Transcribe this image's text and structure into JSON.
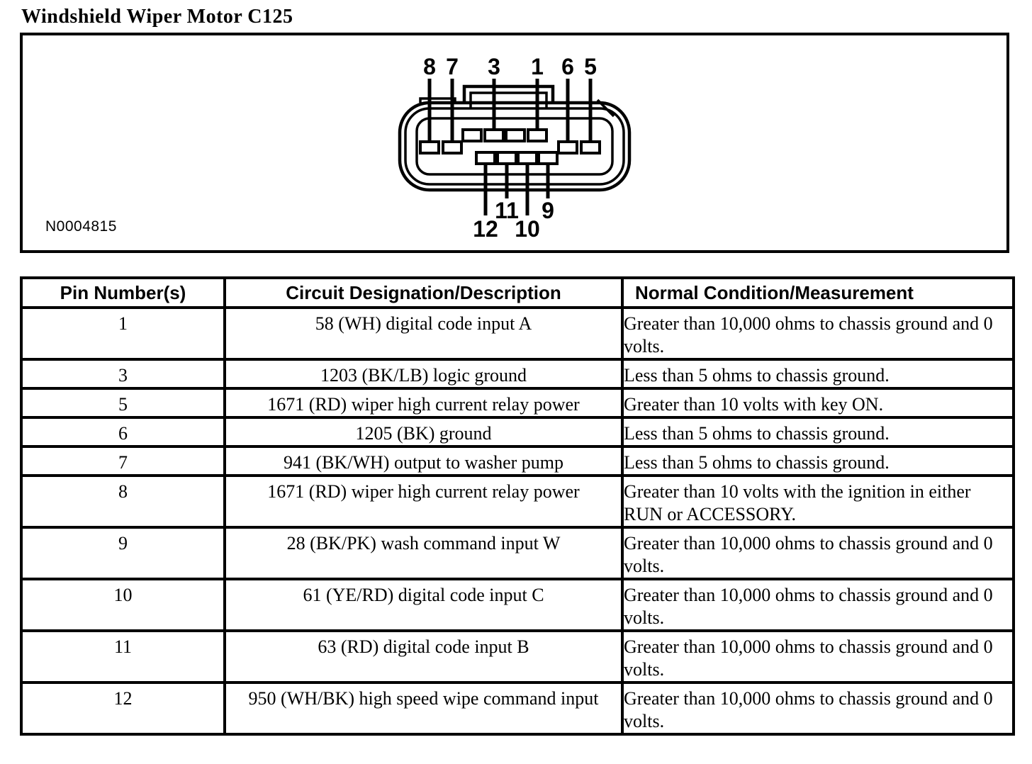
{
  "page": {
    "title": "Windshield Wiper Motor C125"
  },
  "diagram": {
    "figure_id": "N0004815",
    "top_pin_labels": [
      "8",
      "7",
      "3",
      "1",
      "6",
      "5"
    ],
    "bottom_pin_labels": [
      "12",
      "11",
      "10",
      "9"
    ]
  },
  "table": {
    "headers": [
      "Pin Number(s)",
      "Circuit Designation/Description",
      "Normal Condition/Measurement"
    ],
    "rows": [
      {
        "pin": "1",
        "circuit": "58 (WH) digital code input A",
        "condition": "Greater than 10,000 ohms to chassis ground and 0 volts."
      },
      {
        "pin": "3",
        "circuit": "1203 (BK/LB) logic ground",
        "condition": "Less than 5 ohms to chassis ground."
      },
      {
        "pin": "5",
        "circuit": "1671 (RD) wiper high current relay power",
        "condition": "Greater than 10 volts with key ON."
      },
      {
        "pin": "6",
        "circuit": "1205 (BK) ground",
        "condition": "Less than 5 ohms to chassis ground."
      },
      {
        "pin": "7",
        "circuit": "941 (BK/WH) output to washer pump",
        "condition": "Less than 5 ohms to chassis ground."
      },
      {
        "pin": "8",
        "circuit": "1671 (RD) wiper high current relay power",
        "condition": "Greater than 10 volts with the ignition in either RUN or ACCESSORY."
      },
      {
        "pin": "9",
        "circuit": "28 (BK/PK) wash command input W",
        "condition": "Greater than 10,000 ohms to chassis ground and 0 volts."
      },
      {
        "pin": "10",
        "circuit": "61 (YE/RD) digital code input C",
        "condition": "Greater than 10,000 ohms to chassis ground and 0 volts."
      },
      {
        "pin": "11",
        "circuit": "63 (RD) digital code input B",
        "condition": "Greater than 10,000 ohms to chassis ground and 0 volts."
      },
      {
        "pin": "12",
        "circuit": "950 (WH/BK) high speed wipe command input",
        "condition": "Greater than 10,000 ohms to chassis ground and 0 volts."
      }
    ]
  },
  "colors": {
    "ink": "#000000",
    "paper": "#ffffff"
  }
}
